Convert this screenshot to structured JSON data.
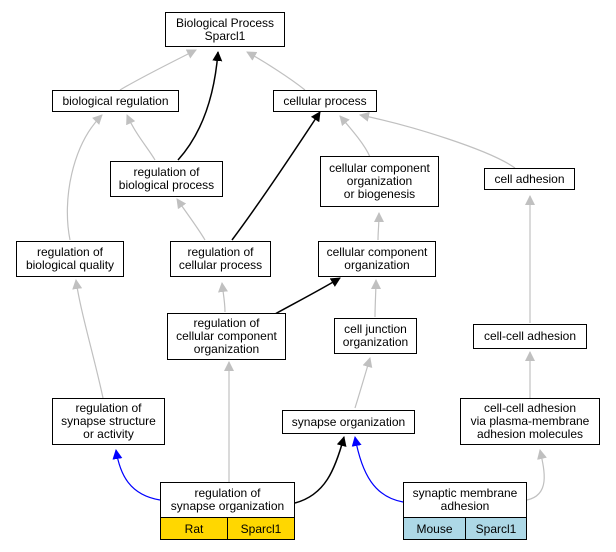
{
  "diagram": {
    "nodes": {
      "root": "Biological Process\nSparcl1",
      "bio_reg": "biological regulation",
      "cell_proc": "cellular process",
      "reg_bio_proc": "regulation of\nbiological process",
      "ccob": "cellular component\norganization\nor biogenesis",
      "cell_adh": "cell adhesion",
      "reg_bio_qual": "regulation of\nbiological quality",
      "reg_cell_proc": "regulation of\ncellular process",
      "cco": "cellular component\norganization",
      "reg_ccorg": "regulation of\ncellular component\norganization",
      "cjo": "cell junction\norganization",
      "cc_adh": "cell-cell adhesion",
      "reg_syn_struct": "regulation of\nsynapse structure\nor activity",
      "syn_org": "synapse organization",
      "ccpm": "cell-cell adhesion\nvia plasma-membrane\nadhesion molecules",
      "reg_syn_org": "regulation of\nsynapse organization",
      "syn_mem_adh": "synaptic membrane\nadhesion"
    },
    "tags": {
      "rat_species": "Rat",
      "rat_gene": "Sparcl1",
      "mouse_species": "Mouse",
      "mouse_gene": "Sparcl1"
    },
    "colors": {
      "edge_default": "#c0c0c0",
      "edge_bold": "#000000",
      "edge_blue": "#0000ff",
      "rat_fill": "#ffd700",
      "mouse_fill": "#add8e6"
    }
  }
}
